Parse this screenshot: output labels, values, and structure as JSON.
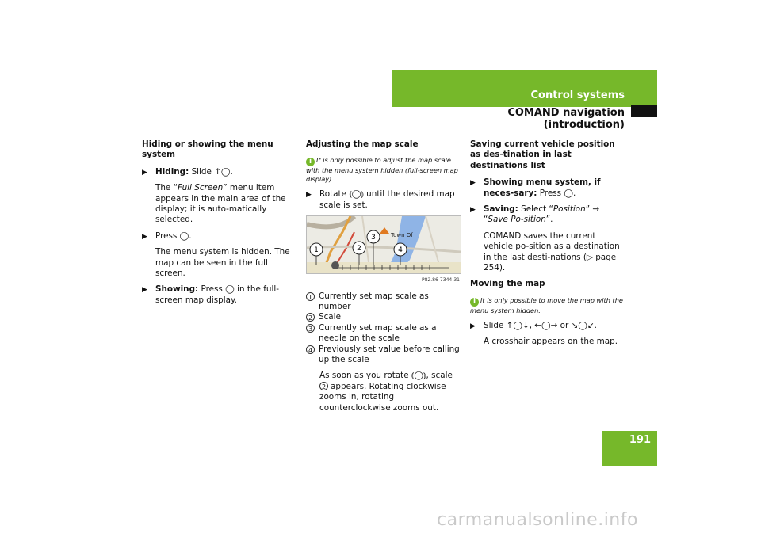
{
  "header": {
    "section": "Control systems",
    "subsection": "COMAND navigation (introduction)"
  },
  "page_number": "191",
  "col1": {
    "heading": "Hiding or showing the menu system",
    "hiding_label": "Hiding:",
    "hiding_text": "Slide ↑◯.",
    "fullscreen_note_pre": "The “",
    "fullscreen_term": "Full Screen",
    "fullscreen_note_post": "” menu item appears in the main area of the display; it is auto-matically selected.",
    "press_text": "Press ◯.",
    "hidden_text": "The menu system is hidden. The map can be seen in the full screen.",
    "showing_label": "Showing:",
    "showing_text": "Press ◯ in the full-screen map display."
  },
  "col2": {
    "heading": "Adjusting the map scale",
    "info": "It is only possible to adjust the map scale with the menu system hidden (full-screen map display).",
    "rotate_text": "Rotate ⦅◯⦆ until the desired map scale is set.",
    "figure_id": "P82.86-7344-31",
    "map_label": "Town Of",
    "callouts": [
      "1",
      "2",
      "3",
      "4"
    ],
    "legend": [
      {
        "num": "1",
        "text": "Currently set map scale as number"
      },
      {
        "num": "2",
        "text": "Scale"
      },
      {
        "num": "3",
        "text": "Currently set map scale as a needle on the scale"
      },
      {
        "num": "4",
        "text": "Previously set value before calling up the scale"
      }
    ],
    "as_soon_pre": "As soon as you rotate ⦅◯⦆, scale",
    "as_soon_num": "2",
    "as_soon_post": "appears. Rotating clockwise zooms in, rotating counterclockwise zooms out."
  },
  "col3": {
    "heading": "Saving current vehicle position as des-tination in last destinations list",
    "show_menu_label": "Showing menu system, if neces-sary:",
    "show_menu_text": "Press ◯.",
    "saving_label": "Saving:",
    "saving_text_pre": "Select “",
    "saving_term1": "Position",
    "saving_mid": "” → “",
    "saving_term2": "Save Po-sition",
    "saving_end": "”.",
    "comand_text": "COMAND saves the current vehicle po-sition as a destination in the last desti-nations (▷ page 254).",
    "moving_heading": "Moving the map",
    "moving_info": "It is only possible to move the map with the menu system hidden.",
    "slide_text": "Slide ↑◯↓, ←◯→ or ↘◯↙.",
    "crosshair_text": "A crosshair appears on the map."
  },
  "watermark": "carmanualsonline.info",
  "colors": {
    "accent": "#76b82a"
  }
}
